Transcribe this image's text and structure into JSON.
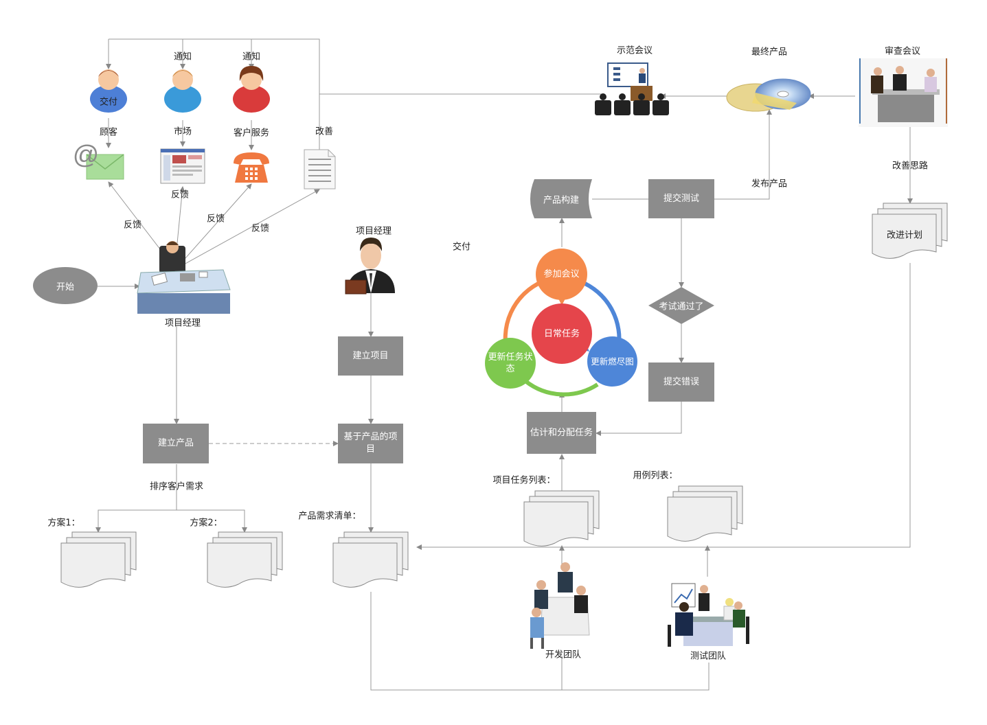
{
  "people": {
    "customer": {
      "top_label": "交付",
      "bottom_label": "顾客"
    },
    "market": {
      "top_label": "通知",
      "bottom_label": "市场"
    },
    "service": {
      "top_label": "通知",
      "bottom_label": "客户服务"
    }
  },
  "improve_label": "改善",
  "feedback_labels": [
    "反馈",
    "反馈",
    "反馈",
    "反馈"
  ],
  "start_label": "开始",
  "pm_desk_label": "项目经理",
  "pm2_label": "项目经理",
  "deliver_label": "交付",
  "boxes": {
    "build_product": "建立产品",
    "build_project": "建立项目",
    "product_based_project": "基于产品的项目",
    "estimate_assign": "估计和分配任务",
    "submit_test": "提交测试",
    "submit_bug": "提交错误",
    "product_build": "产品构建",
    "exam_passed": "考试通过了"
  },
  "sort_requirements": "排序客户需求",
  "docs": {
    "plan1": "方案1：",
    "plan2": "方案2：",
    "product_req": "产品需求清单：",
    "task_list": "项目任务列表：",
    "use_case": "用例列表：",
    "improve_plan": "改进计划"
  },
  "cycle": {
    "center": "日常任务",
    "top": "参加会议",
    "left": "更新任务状态",
    "right": "更新燃尽图"
  },
  "top_right": {
    "demo_meeting": "示范会议",
    "final_product": "最终产品",
    "review_meeting": "审查会议",
    "release": "发布产品",
    "improve_ideas": "改善思路"
  },
  "teams": {
    "dev": "开发团队",
    "test": "测试团队"
  },
  "colors": {
    "box_gray": "#8c8c8c",
    "cycle_orange": "#f58a4b",
    "cycle_red": "#e5454b",
    "cycle_green": "#7ec84e",
    "cycle_blue": "#4e86d8",
    "doc_green": "#d6efc8"
  }
}
